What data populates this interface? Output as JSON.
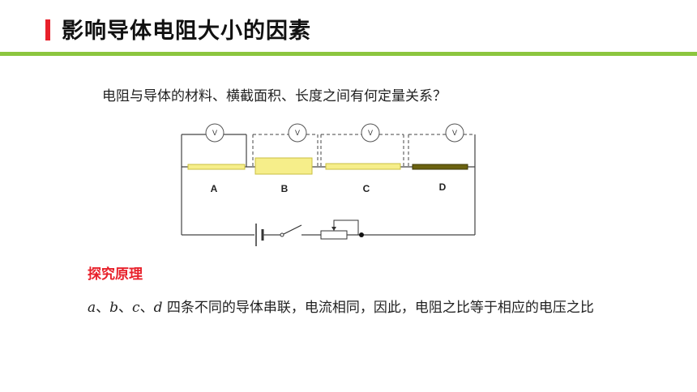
{
  "slide": {
    "title": "影响导体电阻大小的因素",
    "question": "电阻与导体的材料、横截面积、长度之间有何定量关系？",
    "section_heading": "探究原理",
    "principle": {
      "a": "a",
      "sep1": "、",
      "b": "b",
      "sep2": "、",
      "c": "c",
      "sep3": "、",
      "d": "d",
      "rest": " 四条不同的导体串联，电流相同，因此，电阻之比等于相应的电压之比"
    }
  },
  "circuit": {
    "meter_symbol": "V",
    "conductors": [
      {
        "label": "A",
        "color": "#f6ee8a"
      },
      {
        "label": "B",
        "color": "#f6ee8a"
      },
      {
        "label": "C",
        "color": "#f6ee8a"
      },
      {
        "label": "D",
        "color": "#6b6210"
      }
    ]
  },
  "colors": {
    "accent_red": "#e8212b",
    "rule_green": "#8cc63f"
  }
}
